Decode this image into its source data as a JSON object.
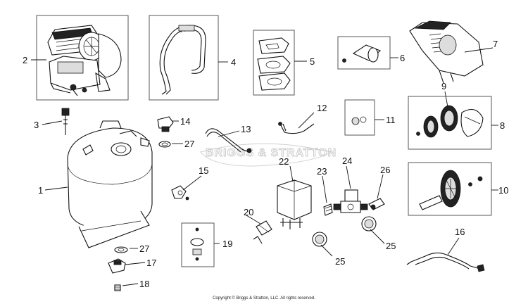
{
  "watermark": "BRIGGS & STRATTON",
  "copyright": "Copyright © Briggs & Stratton, LLC. All rights reserved.",
  "callouts": {
    "c1": "1",
    "c2": "2",
    "c3": "3",
    "c4": "4",
    "c5": "5",
    "c6": "6",
    "c7": "7",
    "c8": "8",
    "c9": "9",
    "c10": "10",
    "c11": "11",
    "c12": "12",
    "c13": "13",
    "c14": "14",
    "c15": "15",
    "c16": "16",
    "c17": "17",
    "c18": "18",
    "c19": "19",
    "c20": "20",
    "c22": "22",
    "c23": "23",
    "c24": "24",
    "c25a": "25",
    "c25b": "25",
    "c26": "26",
    "c27a": "27",
    "c27b": "27"
  }
}
